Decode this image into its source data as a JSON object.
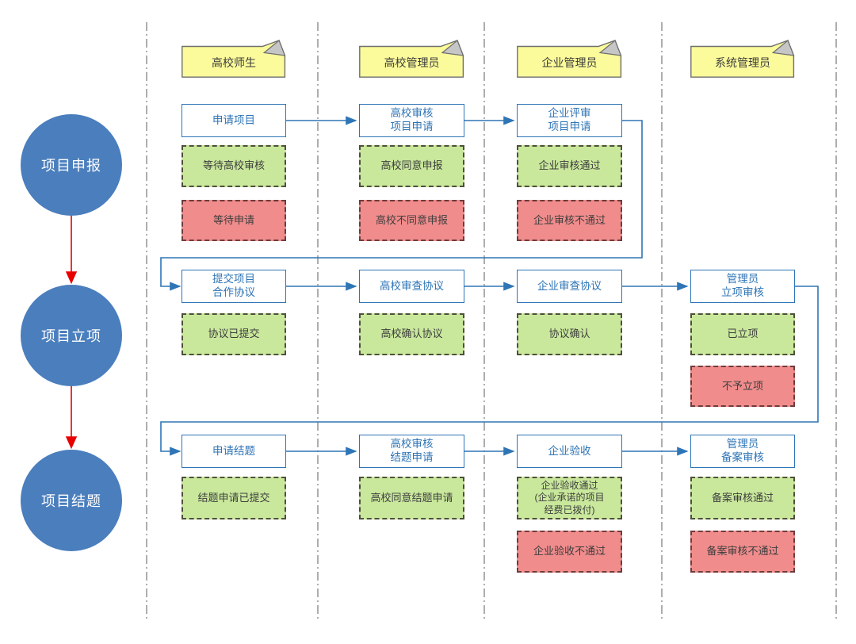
{
  "phases": [
    {
      "label": "项目申报"
    },
    {
      "label": "项目立项"
    },
    {
      "label": "项目结题"
    }
  ],
  "lanes": [
    {
      "header": "高校师生"
    },
    {
      "header": "高校管理员"
    },
    {
      "header": "企业管理员"
    },
    {
      "header": "系统管理员"
    }
  ],
  "nodes": [
    {
      "text": "申请项目"
    },
    {
      "text": "高校审核\n项目申请"
    },
    {
      "text": "企业评审\n项目申请"
    },
    {
      "text": "提交项目\n合作协议"
    },
    {
      "text": "高校审查协议"
    },
    {
      "text": "企业审查协议"
    },
    {
      "text": "管理员\n立项审核"
    },
    {
      "text": "申请结题"
    },
    {
      "text": "高校审核\n结题申请"
    },
    {
      "text": "企业验收"
    },
    {
      "text": "管理员\n备案审核"
    }
  ],
  "statuses": [
    {
      "text": "等待高校审核",
      "kind": "success"
    },
    {
      "text": "高校同意申报",
      "kind": "success"
    },
    {
      "text": "企业审核通过",
      "kind": "success"
    },
    {
      "text": "等待申请",
      "kind": "fail"
    },
    {
      "text": "高校不同意申报",
      "kind": "fail"
    },
    {
      "text": "企业审核不通过",
      "kind": "fail"
    },
    {
      "text": "协议已提交",
      "kind": "success"
    },
    {
      "text": "高校确认协议",
      "kind": "success"
    },
    {
      "text": "协议确认",
      "kind": "success"
    },
    {
      "text": "已立项",
      "kind": "success"
    },
    {
      "text": "不予立项",
      "kind": "fail"
    },
    {
      "text": "结题申请已提交",
      "kind": "success"
    },
    {
      "text": "高校同意结题申请",
      "kind": "success"
    },
    {
      "text": "企业验收通过\n(企业承诺的项目\n经费已拨付)",
      "kind": "success"
    },
    {
      "text": "备案审核通过",
      "kind": "success"
    },
    {
      "text": "企业验收不通过",
      "kind": "fail"
    },
    {
      "text": "备案审核不通过",
      "kind": "fail"
    }
  ],
  "colors": {
    "accent_blue": "#2E75B6",
    "phase_circle": "#4A7EBD",
    "phase_arrow": "#E80000",
    "lane_header_fill": "#FBFB9B",
    "lane_header_fold": "#C6C6C6",
    "success_fill": "#C9E89C",
    "fail_fill": "#F18C8C",
    "divider": "#8C8C8C"
  }
}
